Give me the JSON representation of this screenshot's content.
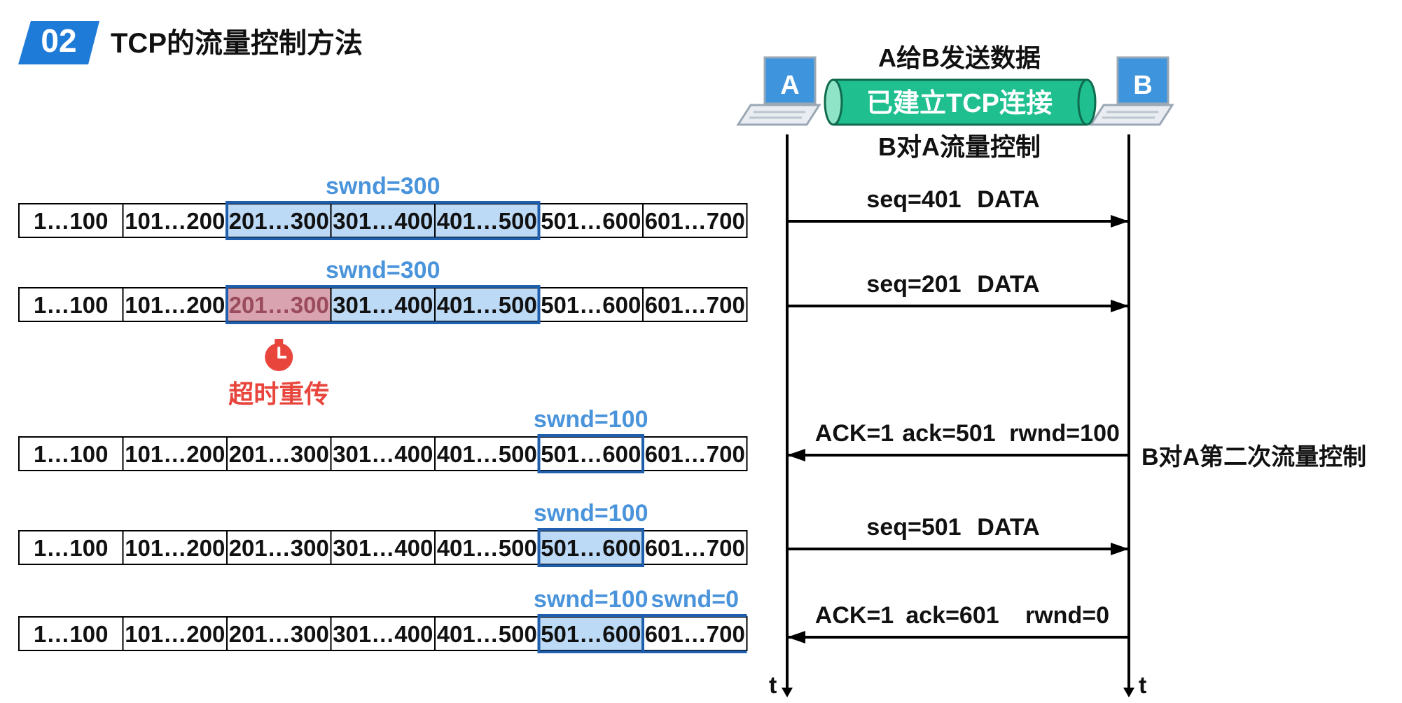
{
  "header": {
    "number": "02",
    "title": "TCP的流量控制方法"
  },
  "colors": {
    "badge": "#1f7bd8",
    "window_fill": "#bcd9f5",
    "window_border": "#1f5fad",
    "window_label": "#4a94db",
    "retransmit_fill": "#d9a3b0",
    "retransmit_text": "#9a4c5d",
    "timer_red": "#e8453c",
    "tube_fill": "#1fbf8f",
    "laptop_screen": "#3f95dd",
    "line": "#000000"
  },
  "window_rows": [
    {
      "cells": [
        "1…100",
        "101…200",
        "201…300",
        "301…400",
        "401…500",
        "501…600",
        "601…700"
      ],
      "windows": [
        {
          "start": 2,
          "end": 4,
          "label": "swnd=300"
        }
      ],
      "retransmit": null
    },
    {
      "cells": [
        "1…100",
        "101…200",
        "201…300",
        "301…400",
        "401…500",
        "501…600",
        "601…700"
      ],
      "windows": [
        {
          "start": 2,
          "end": 4,
          "label": "swnd=300"
        }
      ],
      "retransmit": {
        "cell": 2,
        "label": "超时重传",
        "icon": "stopwatch-icon"
      }
    },
    {
      "cells": [
        "1…100",
        "101…200",
        "201…300",
        "301…400",
        "401…500",
        "501…600",
        "601…700"
      ],
      "windows": [
        {
          "start": 5,
          "end": 5,
          "label": "swnd=100",
          "outline_only": true
        }
      ],
      "retransmit": null
    },
    {
      "cells": [
        "1…100",
        "101…200",
        "201…300",
        "301…400",
        "401…500",
        "501…600",
        "601…700"
      ],
      "windows": [
        {
          "start": 5,
          "end": 5,
          "label": "swnd=100"
        }
      ],
      "retransmit": null
    },
    {
      "cells": [
        "1…100",
        "101…200",
        "201…300",
        "301…400",
        "401…500",
        "501…600",
        "601…700"
      ],
      "windows": [
        {
          "start": 5,
          "end": 5,
          "label": "swnd=100"
        },
        {
          "start": 6,
          "end": 6,
          "label": "swnd=0",
          "zero": true
        }
      ],
      "retransmit": null
    }
  ],
  "sequence": {
    "host_a": "A",
    "host_b": "B",
    "top_label": "A给B发送数据",
    "tube_label": "已建立TCP连接",
    "bottom_label": "B对A流量控制",
    "time_label_a": "t",
    "time_label_b": "t",
    "messages": [
      {
        "dir": "A->B",
        "parts": [
          "seq=401",
          "DATA"
        ]
      },
      {
        "dir": "A->B",
        "parts": [
          "seq=201",
          "DATA"
        ]
      },
      {
        "dir": "B->A",
        "parts": [
          "ACK=1",
          "ack=501",
          "rwnd=100"
        ],
        "side_label": "B对A第二次流量控制"
      },
      {
        "dir": "A->B",
        "parts": [
          "seq=501",
          "DATA"
        ]
      },
      {
        "dir": "B->A",
        "parts": [
          "ACK=1",
          "ack=601",
          "rwnd=0"
        ]
      }
    ]
  }
}
